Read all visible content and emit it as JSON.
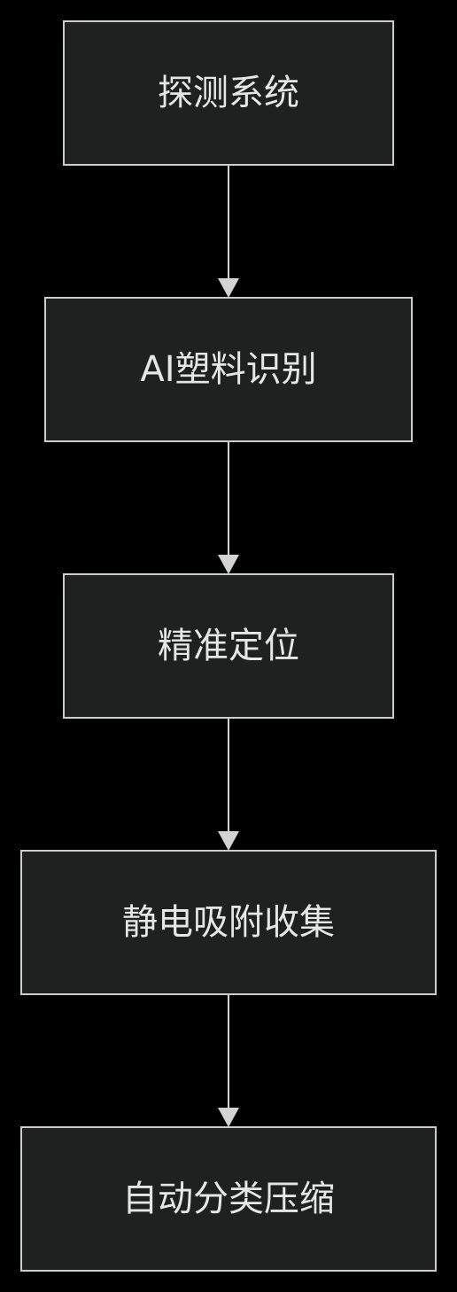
{
  "diagram": {
    "colors": {
      "background": "#000000",
      "node_fill": "#1f2020",
      "node_border": "#cccccc",
      "text": "#e6e6e6",
      "edge": "#d4d4d4"
    },
    "nodes": [
      {
        "id": "detect",
        "label": "探测系统"
      },
      {
        "id": "ai",
        "label": "AI塑料识别"
      },
      {
        "id": "locate",
        "label": "精准定位"
      },
      {
        "id": "collect",
        "label": "静电吸附收集"
      },
      {
        "id": "sort",
        "label": "自动分类压缩"
      }
    ],
    "edges": [
      {
        "from": "detect",
        "to": "ai"
      },
      {
        "from": "ai",
        "to": "locate"
      },
      {
        "from": "locate",
        "to": "collect"
      },
      {
        "from": "collect",
        "to": "sort"
      }
    ]
  }
}
